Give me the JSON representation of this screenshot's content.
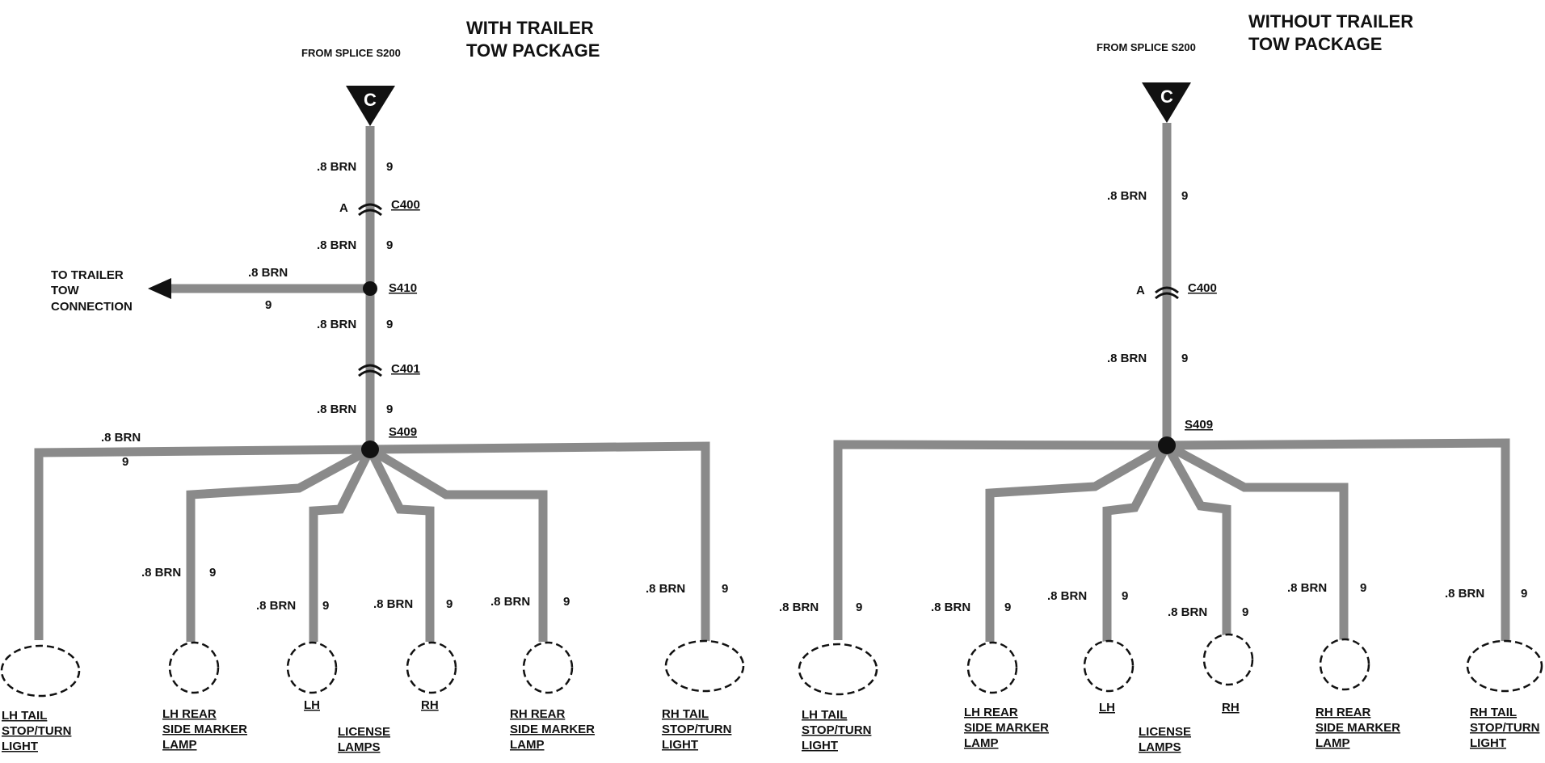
{
  "wire_color": "#8a8a8a",
  "wire_label": ".8 BRN",
  "circuit_number": "9",
  "source_symbol": "C",
  "panels": [
    {
      "title_line1": "WITH TRAILER",
      "title_line2": "TOW PACKAGE",
      "from_label": "FROM SPLICE S200",
      "connectors": [
        {
          "name": "C400",
          "pin": "A"
        },
        {
          "name": "C401",
          "pin": ""
        }
      ],
      "splices": [
        "S410",
        "S409"
      ],
      "trailer_branch": {
        "line1": "TO TRAILER",
        "line2": "TOW",
        "line3": "CONNECTION",
        "wire": ".8 BRN",
        "circuit": "9"
      },
      "license_label_1": "LICENSE",
      "license_label_2": "LAMPS",
      "lamps": [
        {
          "line1": "LH TAIL",
          "line2": "STOP/TURN",
          "line3": "LIGHT"
        },
        {
          "line1": "LH REAR",
          "line2": "SIDE MARKER",
          "line3": "LAMP"
        },
        {
          "line1": "LH",
          "line2": "",
          "line3": ""
        },
        {
          "line1": "RH",
          "line2": "",
          "line3": ""
        },
        {
          "line1": "RH REAR",
          "line2": "SIDE MARKER",
          "line3": "LAMP"
        },
        {
          "line1": "RH TAIL",
          "line2": "STOP/TURN",
          "line3": "LIGHT"
        }
      ]
    },
    {
      "title_line1": "WITHOUT TRAILER",
      "title_line2": "TOW PACKAGE",
      "from_label": "FROM SPLICE S200",
      "connectors": [
        {
          "name": "C400",
          "pin": "A"
        }
      ],
      "splices": [
        "S409"
      ],
      "license_label_1": "LICENSE",
      "license_label_2": "LAMPS",
      "lamps": [
        {
          "line1": "LH TAIL",
          "line2": "STOP/TURN",
          "line3": "LIGHT"
        },
        {
          "line1": "LH REAR",
          "line2": "SIDE MARKER",
          "line3": "LAMP"
        },
        {
          "line1": "LH",
          "line2": "",
          "line3": ""
        },
        {
          "line1": "RH",
          "line2": "",
          "line3": ""
        },
        {
          "line1": "RH REAR",
          "line2": "SIDE MARKER",
          "line3": "LAMP"
        },
        {
          "line1": "RH TAIL",
          "line2": "STOP/TURN",
          "line3": "LIGHT"
        }
      ]
    }
  ]
}
